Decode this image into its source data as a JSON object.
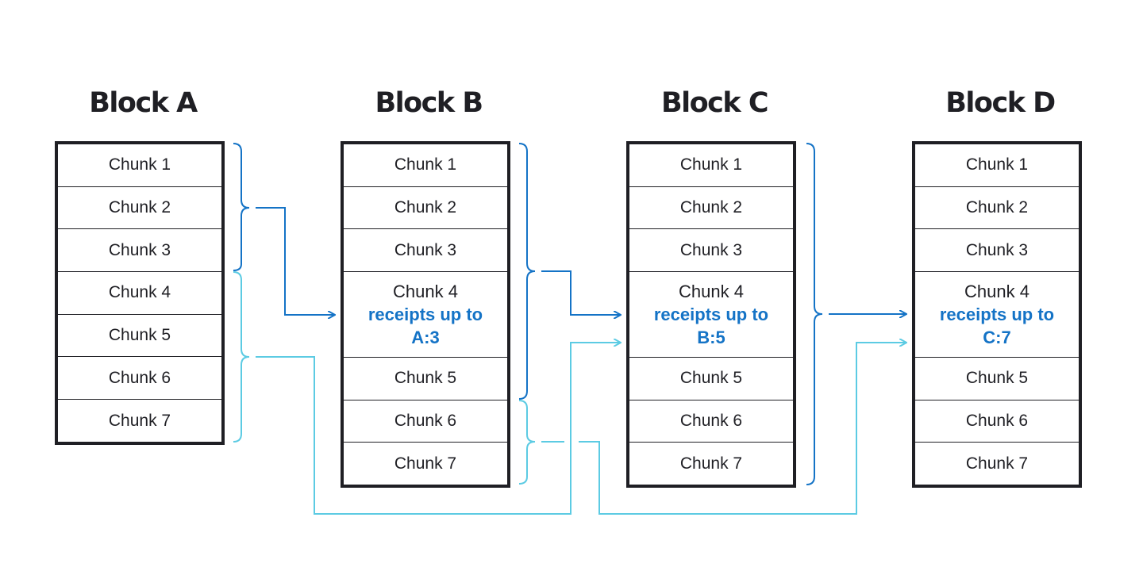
{
  "colors": {
    "dark": "#1f1f24",
    "blue": "#1473c6",
    "light_blue": "#5ccbe3"
  },
  "blocks": [
    {
      "title": "Block A",
      "chunks": [
        "Chunk 1",
        "Chunk 2",
        "Chunk 3",
        "Chunk 4",
        "Chunk 5",
        "Chunk 6",
        "Chunk 7"
      ]
    },
    {
      "title": "Block B",
      "chunks": [
        "Chunk 1",
        "Chunk 2",
        "Chunk 3",
        "Chunk 4",
        "Chunk 5",
        "Chunk 6",
        "Chunk 7"
      ],
      "receipt_line1": "receipts up to",
      "receipt_line2": "A:3"
    },
    {
      "title": "Block C",
      "chunks": [
        "Chunk 1",
        "Chunk 2",
        "Chunk 3",
        "Chunk 4",
        "Chunk 5",
        "Chunk 6",
        "Chunk 7"
      ],
      "receipt_line1": "receipts up to",
      "receipt_line2": "B:5"
    },
    {
      "title": "Block D",
      "chunks": [
        "Chunk 1",
        "Chunk 2",
        "Chunk 3",
        "Chunk 4",
        "Chunk 5",
        "Chunk 6",
        "Chunk 7"
      ],
      "receipt_line1": "receipts up to",
      "receipt_line2": "C:7"
    }
  ]
}
